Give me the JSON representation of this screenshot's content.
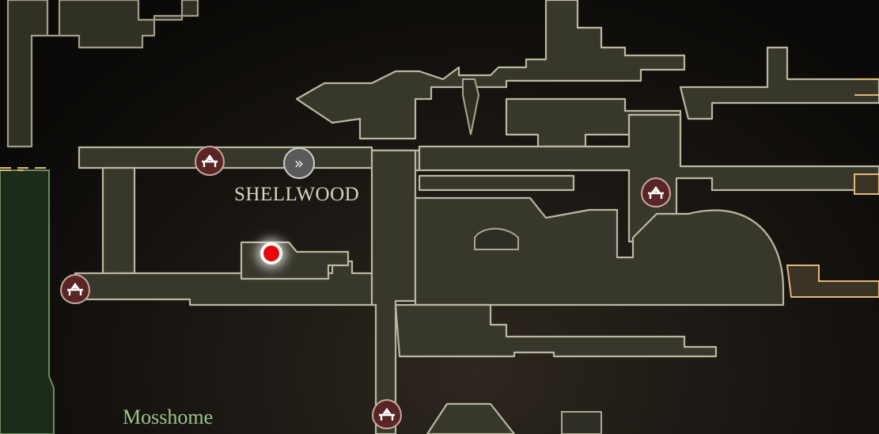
{
  "map": {
    "area_name": "SHELLWOOD",
    "sub_area_name": "Mosshome",
    "markers": [
      {
        "type": "bench",
        "icon": "bench-icon"
      },
      {
        "type": "bench",
        "icon": "bench-icon"
      },
      {
        "type": "bench",
        "icon": "bench-icon"
      },
      {
        "type": "bench",
        "icon": "bench-icon"
      },
      {
        "type": "fast-travel",
        "icon": "fast-travel-icon"
      },
      {
        "type": "player",
        "icon": "player-location-icon"
      }
    ],
    "colors": {
      "room_fill": "#38372b",
      "room_outline": "#b9b8a0",
      "player": "#e80a0a",
      "bench": "#5a2525",
      "moss": "#9ec48f",
      "neighbor_outline": "#e0b878"
    }
  }
}
